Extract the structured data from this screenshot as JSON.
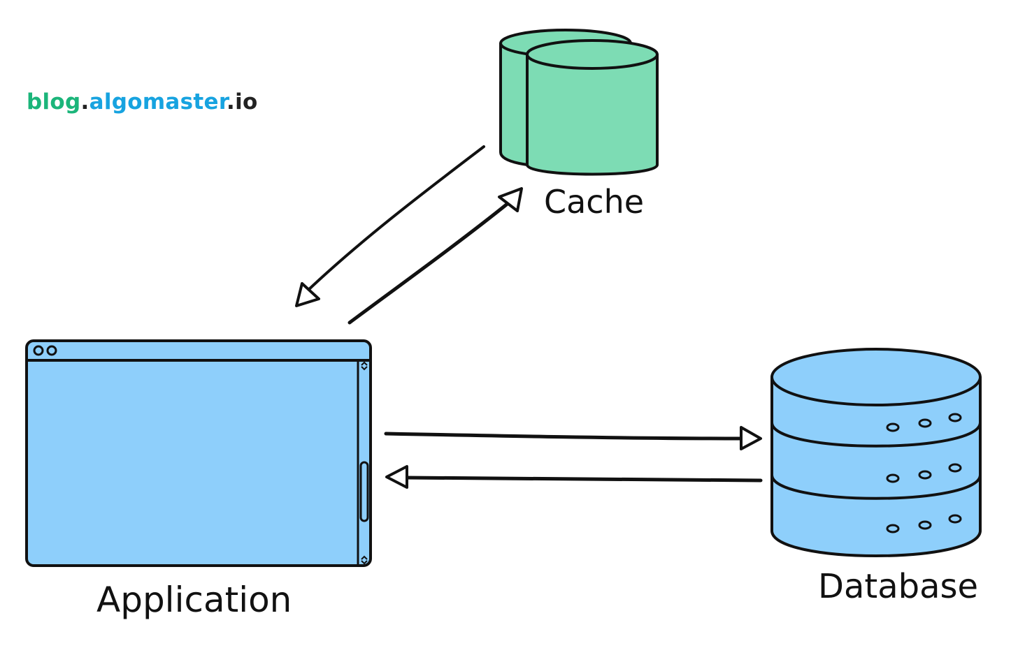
{
  "brand": {
    "part1": "blog",
    "dot1": ".",
    "part2": "algomaster",
    "dot2": ".",
    "part3": "io",
    "color_blog": "#1bb57a",
    "color_algomaster": "#17a3e0"
  },
  "nodes": {
    "cache": {
      "label": "Cache",
      "fill": "#7ddcb4"
    },
    "application": {
      "label": "Application",
      "fill": "#8ecffb"
    },
    "database": {
      "label": "Database",
      "fill": "#8ecffb"
    }
  },
  "edges": [
    {
      "from": "Cache",
      "to": "Application"
    },
    {
      "from": "Application",
      "to": "Cache"
    },
    {
      "from": "Application",
      "to": "Database"
    },
    {
      "from": "Database",
      "to": "Application"
    }
  ],
  "colors": {
    "stroke": "#111111",
    "background": "#ffffff"
  }
}
